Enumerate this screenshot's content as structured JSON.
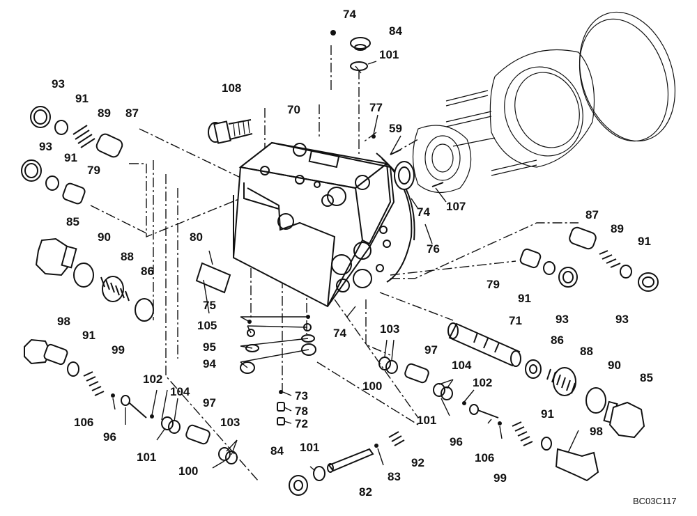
{
  "diagram": {
    "drawing_code": "BC03C117",
    "callouts": [
      {
        "id": "c74a",
        "text": "74"
      },
      {
        "id": "c84a",
        "text": "84"
      },
      {
        "id": "c101a",
        "text": "101"
      },
      {
        "id": "c108",
        "text": "108"
      },
      {
        "id": "c70",
        "text": "70"
      },
      {
        "id": "c77",
        "text": "77"
      },
      {
        "id": "c59",
        "text": "59"
      },
      {
        "id": "c107",
        "text": "107"
      },
      {
        "id": "c74b",
        "text": "74"
      },
      {
        "id": "c76",
        "text": "76"
      },
      {
        "id": "c93a",
        "text": "93"
      },
      {
        "id": "c91a",
        "text": "91"
      },
      {
        "id": "c89a",
        "text": "89"
      },
      {
        "id": "c87a",
        "text": "87"
      },
      {
        "id": "c93b",
        "text": "93"
      },
      {
        "id": "c91b",
        "text": "91"
      },
      {
        "id": "c79a",
        "text": "79"
      },
      {
        "id": "c85a",
        "text": "85"
      },
      {
        "id": "c90a",
        "text": "90"
      },
      {
        "id": "c88a",
        "text": "88"
      },
      {
        "id": "c86a",
        "text": "86"
      },
      {
        "id": "c80",
        "text": "80"
      },
      {
        "id": "c75",
        "text": "75"
      },
      {
        "id": "c105",
        "text": "105"
      },
      {
        "id": "c95",
        "text": "95"
      },
      {
        "id": "c94",
        "text": "94"
      },
      {
        "id": "c74c",
        "text": "74"
      },
      {
        "id": "c87b",
        "text": "87"
      },
      {
        "id": "c89b",
        "text": "89"
      },
      {
        "id": "c91c",
        "text": "91"
      },
      {
        "id": "c79b",
        "text": "79"
      },
      {
        "id": "c91d",
        "text": "91"
      },
      {
        "id": "c93c",
        "text": "93"
      },
      {
        "id": "c93d",
        "text": "93"
      },
      {
        "id": "c71",
        "text": "71"
      },
      {
        "id": "c103a",
        "text": "103"
      },
      {
        "id": "c97a",
        "text": "97"
      },
      {
        "id": "c100a",
        "text": "100"
      },
      {
        "id": "c104a",
        "text": "104"
      },
      {
        "id": "c86b",
        "text": "86"
      },
      {
        "id": "c88b",
        "text": "88"
      },
      {
        "id": "c90b",
        "text": "90"
      },
      {
        "id": "c85b",
        "text": "85"
      },
      {
        "id": "c102a",
        "text": "102"
      },
      {
        "id": "c101b",
        "text": "101"
      },
      {
        "id": "c96a",
        "text": "96"
      },
      {
        "id": "c91e",
        "text": "91"
      },
      {
        "id": "c106a",
        "text": "106"
      },
      {
        "id": "c98a",
        "text": "98"
      },
      {
        "id": "c99a",
        "text": "99"
      },
      {
        "id": "c98b",
        "text": "98"
      },
      {
        "id": "c91f",
        "text": "91"
      },
      {
        "id": "c99b",
        "text": "99"
      },
      {
        "id": "c102b",
        "text": "102"
      },
      {
        "id": "c104b",
        "text": "104"
      },
      {
        "id": "c106b",
        "text": "106"
      },
      {
        "id": "c96b",
        "text": "96"
      },
      {
        "id": "c97b",
        "text": "97"
      },
      {
        "id": "c103b",
        "text": "103"
      },
      {
        "id": "c101c",
        "text": "101"
      },
      {
        "id": "c100b",
        "text": "100"
      },
      {
        "id": "c73",
        "text": "73"
      },
      {
        "id": "c78",
        "text": "78"
      },
      {
        "id": "c72",
        "text": "72"
      },
      {
        "id": "c84b",
        "text": "84"
      },
      {
        "id": "c101d",
        "text": "101"
      },
      {
        "id": "c82",
        "text": "82"
      },
      {
        "id": "c83",
        "text": "83"
      },
      {
        "id": "c92",
        "text": "92"
      }
    ]
  }
}
